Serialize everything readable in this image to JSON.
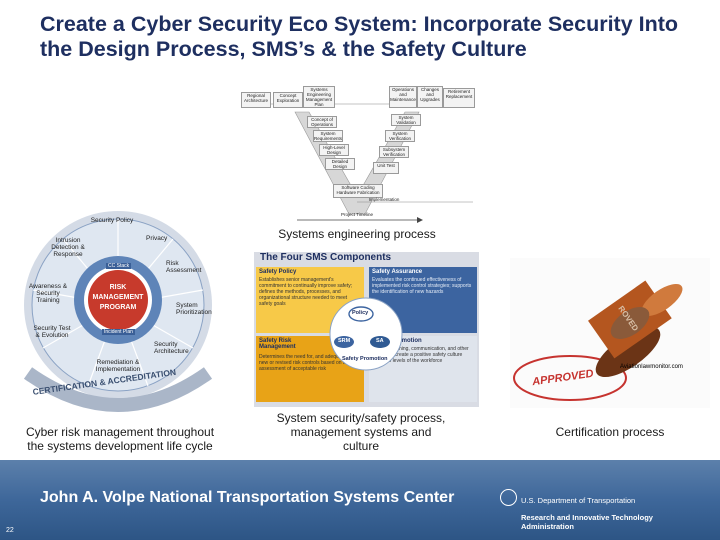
{
  "slide": {
    "title": "Create a Cyber Security Eco System: Incorporate Security Into the Design Process, SMS’s & the Safety Culture",
    "page_number": "22"
  },
  "vdiagram": {
    "caption": "Systems engineering process",
    "boxes": [
      "Regional Architecture",
      "Concept Exploration",
      "Systems Engineering Management Plan",
      "Concept of Operations",
      "System Requirements",
      "High-Level Design",
      "Detailed Design",
      "Software Coding Hardware Fabrication",
      "Unit Test",
      "Subsystem Verification",
      "System Verification",
      "System Validation",
      "Operations and Maintenance",
      "Changes and Upgrades",
      "Retirement Replacement",
      "Implementation",
      "Project Timeline"
    ]
  },
  "wheel": {
    "caption": "Cyber risk management throughout the systems development life cycle",
    "center": [
      "RISK",
      "MANAGEMENT",
      "PROGRAM"
    ],
    "segments": [
      "Security Policy",
      "Privacy",
      "Risk Assessment",
      "System Prioritization",
      "Security Architecture",
      "Remediation & Implementation",
      "Security Test & Evolution",
      "Awareness & Security Training",
      "Intrusion Detection & Response"
    ],
    "badges": [
      "CC Stack",
      "Incident Plan"
    ],
    "ring_label": "CERTIFICATION & ACCREDITATION"
  },
  "sms": {
    "caption": "System security/safety process, management systems and culture",
    "heading": "The Four SMS Components",
    "quadrants": [
      {
        "title": "Safety Policy",
        "body": "Establishes senior management's commitment to continually improve safety; defines the methods, processes, and organizational structure needed to meet safety goals"
      },
      {
        "title": "Safety Assurance",
        "body": "Evaluates the continued effectiveness of implemented risk control strategies; supports the identification of new hazards"
      },
      {
        "title": "Safety Risk Management",
        "body": "Determines the need for, and adequacy of, new or revised risk controls based on the assessment of acceptable risk"
      },
      {
        "title": "Safety Promotion",
        "body": "Includes training, communication, and other actions to create a positive safety culture within all levels of the workforce"
      }
    ],
    "center": {
      "policy": "Policy",
      "srm": "SRM",
      "sa": "SA",
      "promotion": "Safety Promotion"
    }
  },
  "stamp": {
    "caption": "Certification process",
    "source": "Aviationlawmonitor.com",
    "stamp_text": "APPROVED",
    "handle_text": "ROVED"
  },
  "footer": {
    "org": "John A. Volpe National Transportation Systems Center",
    "dot_line1": "U.S. Department of Transportation",
    "dot_line2": "Research and Innovative Technology Administration"
  },
  "colors": {
    "title": "#1e2f60",
    "footer": "#3e679a",
    "policy": "#f7c948",
    "assurance": "#3c64a0",
    "risk": "#e8a317",
    "promotion": "#2f5a93",
    "wheel_ring": "#5e84b8",
    "stamp_red": "#c6332f"
  }
}
